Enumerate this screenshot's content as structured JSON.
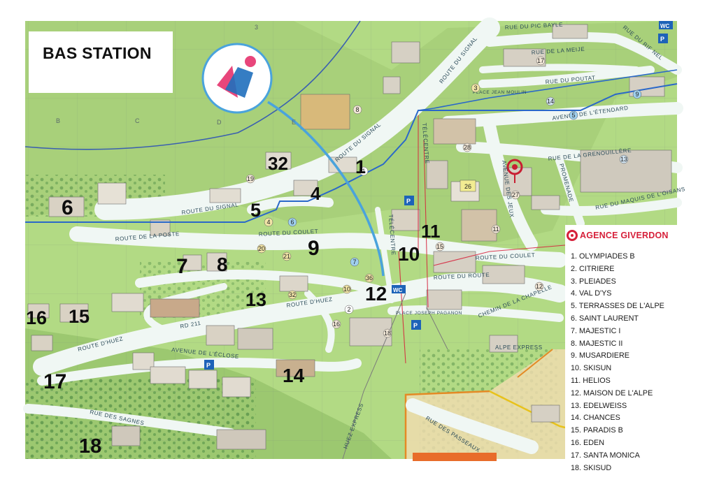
{
  "title": "BAS STATION",
  "agency": {
    "name": "AGENCE GIVERDON",
    "color": "#d6203a"
  },
  "residences": [
    "1.   OLYMPIADES B",
    "2.   CITRIERE",
    "3.   PLEIADES",
    "4.   VAL D'YS",
    "5.   TERRASSES DE L'ALPE",
    "6.   SAINT LAURENT",
    "7.   MAJESTIC I",
    "8.   MAJESTIC II",
    "9.   MUSARDIERE",
    "10. SKISUN",
    "11. HELIOS",
    "12. MAISON DE L'ALPE",
    "13. EDELWEISS",
    "14. CHANCES",
    "15. PARADIS B",
    "16. EDEN",
    "17. SANTA MONICA",
    "18. SKISUD"
  ],
  "handwritten_numbers": [
    "1",
    "32",
    "4",
    "5",
    "6",
    "7",
    "8",
    "9",
    "10",
    "11",
    "12",
    "13",
    "14",
    "15",
    "16",
    "17",
    "18"
  ],
  "streets": [
    "ROUTE DU SIGNAL",
    "ROUTE DU SIGNAL",
    "ROUTE DU SIGNAL",
    "ROUTE DE LA POSTE",
    "ROUTE DU COULET",
    "ROUTE D'HUEZ",
    "ROUTE D'HUEZ",
    "AVENUE DE L'ÉCLOSE",
    "RD 211",
    "RUE DES SAGNES",
    "RUE DES PASSEAUX",
    "CHEMIN DE LA CHAPELLE",
    "ALPE EXPRESS",
    "HUEZ EXPRESS",
    "RUE DU PIC BAYLE",
    "RUE DE LA MEIJE",
    "RUE DU POUTAT",
    "AVENUE DE L'ÉTENDARD",
    "RUE DE LA GRENOUILLÈRE",
    "RUE DU MAQUIS DE L'OISANS",
    "PROMENADE",
    "AVENUE DES JEUX",
    "ROUTE DU COULET",
    "ROUTE DU ROUTE",
    "RUE DU RIF NEL",
    "TÉLÉCENTRE",
    "TÉLÉCENTRE"
  ],
  "places": [
    "PLACE JEAN MOULIN",
    "PLACE JOSEPH PAGANON"
  ],
  "grid_labels": [
    "B",
    "C",
    "D",
    "E",
    "3"
  ],
  "map_markers": [
    "1",
    "2",
    "3",
    "4",
    "5",
    "6",
    "7",
    "8",
    "9",
    "10",
    "11",
    "12",
    "13",
    "14",
    "15",
    "16",
    "17",
    "18",
    "19",
    "20",
    "21",
    "26",
    "27",
    "28",
    "32",
    "36"
  ],
  "signs": [
    "P",
    "WC"
  ],
  "colors": {
    "terrain": "#a8d67a",
    "road": "#eef6f0",
    "boundary": "#2a68c9",
    "cable": "#5aa7dc",
    "lift": "#d6203a"
  }
}
